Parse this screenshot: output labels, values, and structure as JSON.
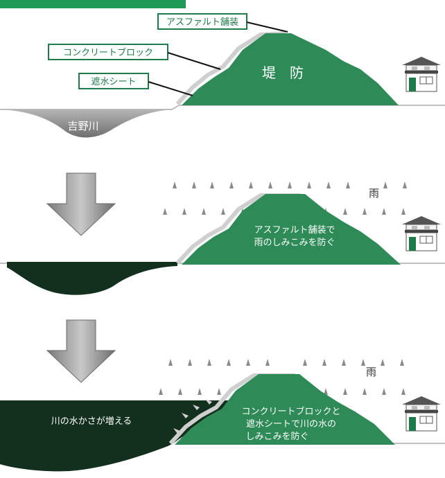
{
  "colors": {
    "embankment": "#2e8b57",
    "frame_green": "#1f7a4a",
    "water_dark": "#12301d",
    "river_gray": "#9a9a9a",
    "concrete": "#d8d8d8",
    "arrow": "#9e9e9e"
  },
  "panel1": {
    "label_asphalt": "アスファルト舗装",
    "label_concrete": "コンクリートブロック",
    "label_sheet": "遮水シート",
    "embankment_text": "堤　防",
    "river_name": "吉野川"
  },
  "panel2": {
    "rain_label": "雨",
    "embankment_text_line1": "アスファルト舗装で",
    "embankment_text_line2": "雨のしみこみを防ぐ"
  },
  "panel3": {
    "rain_label": "雨",
    "water_text": "川の水かさが増える",
    "embankment_text_line1": "コンクリートブロックと",
    "embankment_text_line2": "遮水シートで川の水の",
    "embankment_text_line3": "しみこみを防ぐ"
  },
  "icons": {
    "arrows": [
      "down-arrow-icon",
      "down-arrow-icon"
    ],
    "house": "house-icon"
  }
}
